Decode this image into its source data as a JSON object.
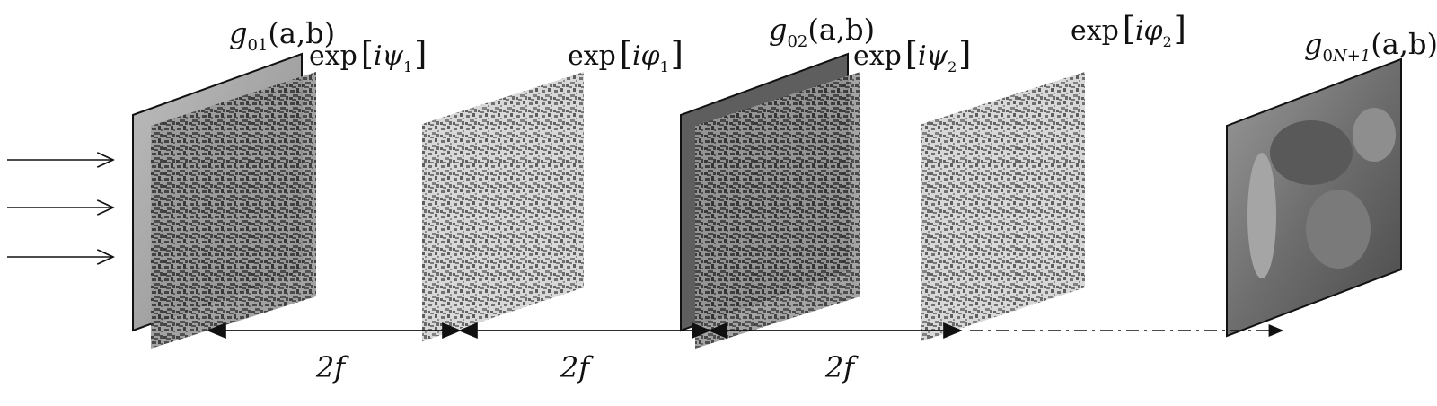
{
  "planes": [
    {
      "id": "g01",
      "label": {
        "func": "g",
        "sub": "01",
        "args": "(a,b)"
      },
      "mask": {
        "prefix": "exp",
        "open": "[",
        "i": "i",
        "sym": "ψ",
        "sub": "1",
        "close": "]"
      }
    },
    {
      "id": "phi1",
      "mask": {
        "prefix": "exp",
        "open": "[",
        "i": "i",
        "sym": "φ",
        "sub": "1",
        "close": "]"
      }
    },
    {
      "id": "g02",
      "label": {
        "func": "g",
        "sub": "02",
        "args": "(a,b)"
      },
      "mask": {
        "prefix": "exp",
        "open": "[",
        "i": "i",
        "sym": "ψ",
        "sub": "2",
        "close": "]"
      }
    },
    {
      "id": "phi2",
      "mask": {
        "prefix": "exp",
        "open": "[",
        "i": "i",
        "sym": "φ",
        "sub": "2",
        "close": "]"
      }
    },
    {
      "id": "g0N1",
      "label": {
        "func": "g",
        "sub": "0",
        "subN": "N+1",
        "args": "(a,b)"
      }
    }
  ],
  "distances": [
    "2f",
    "2f",
    "2f"
  ],
  "input_arrows": 3
}
